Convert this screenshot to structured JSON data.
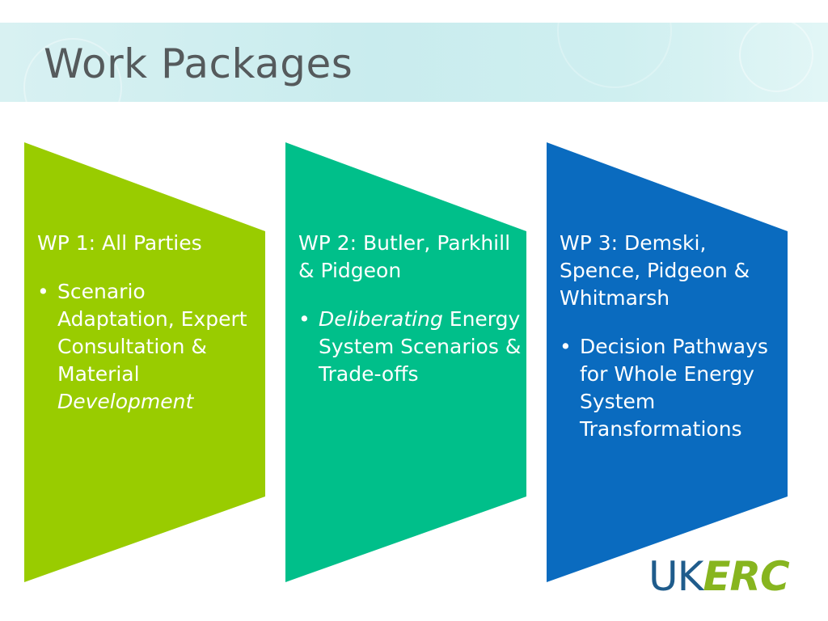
{
  "slide": {
    "title": "Work Packages"
  },
  "panels": [
    {
      "color": "#99cc00",
      "heading": "WP 1: All Parties",
      "bullet_prefix": " Scenario Adaptation, Expert Consultation & Material ",
      "bullet_italic": "Development",
      "bullet_suffix": ""
    },
    {
      "color": "#00bf8a",
      "heading": "WP 2: Butler, Parkhill & Pidgeon",
      "bullet_prefix": "",
      "bullet_italic": "Deliberating",
      "bullet_suffix": " Energy System Scenarios & Trade-offs"
    },
    {
      "color": "#0a6bbf",
      "heading": "WP 3: Demski, Spence, Pidgeon & Whitmarsh",
      "bullet_prefix": "Decision Pathways for Whole Energy System Transformations",
      "bullet_italic": "",
      "bullet_suffix": ""
    }
  ],
  "logo": {
    "part1": "UK",
    "part2": "ERC"
  }
}
